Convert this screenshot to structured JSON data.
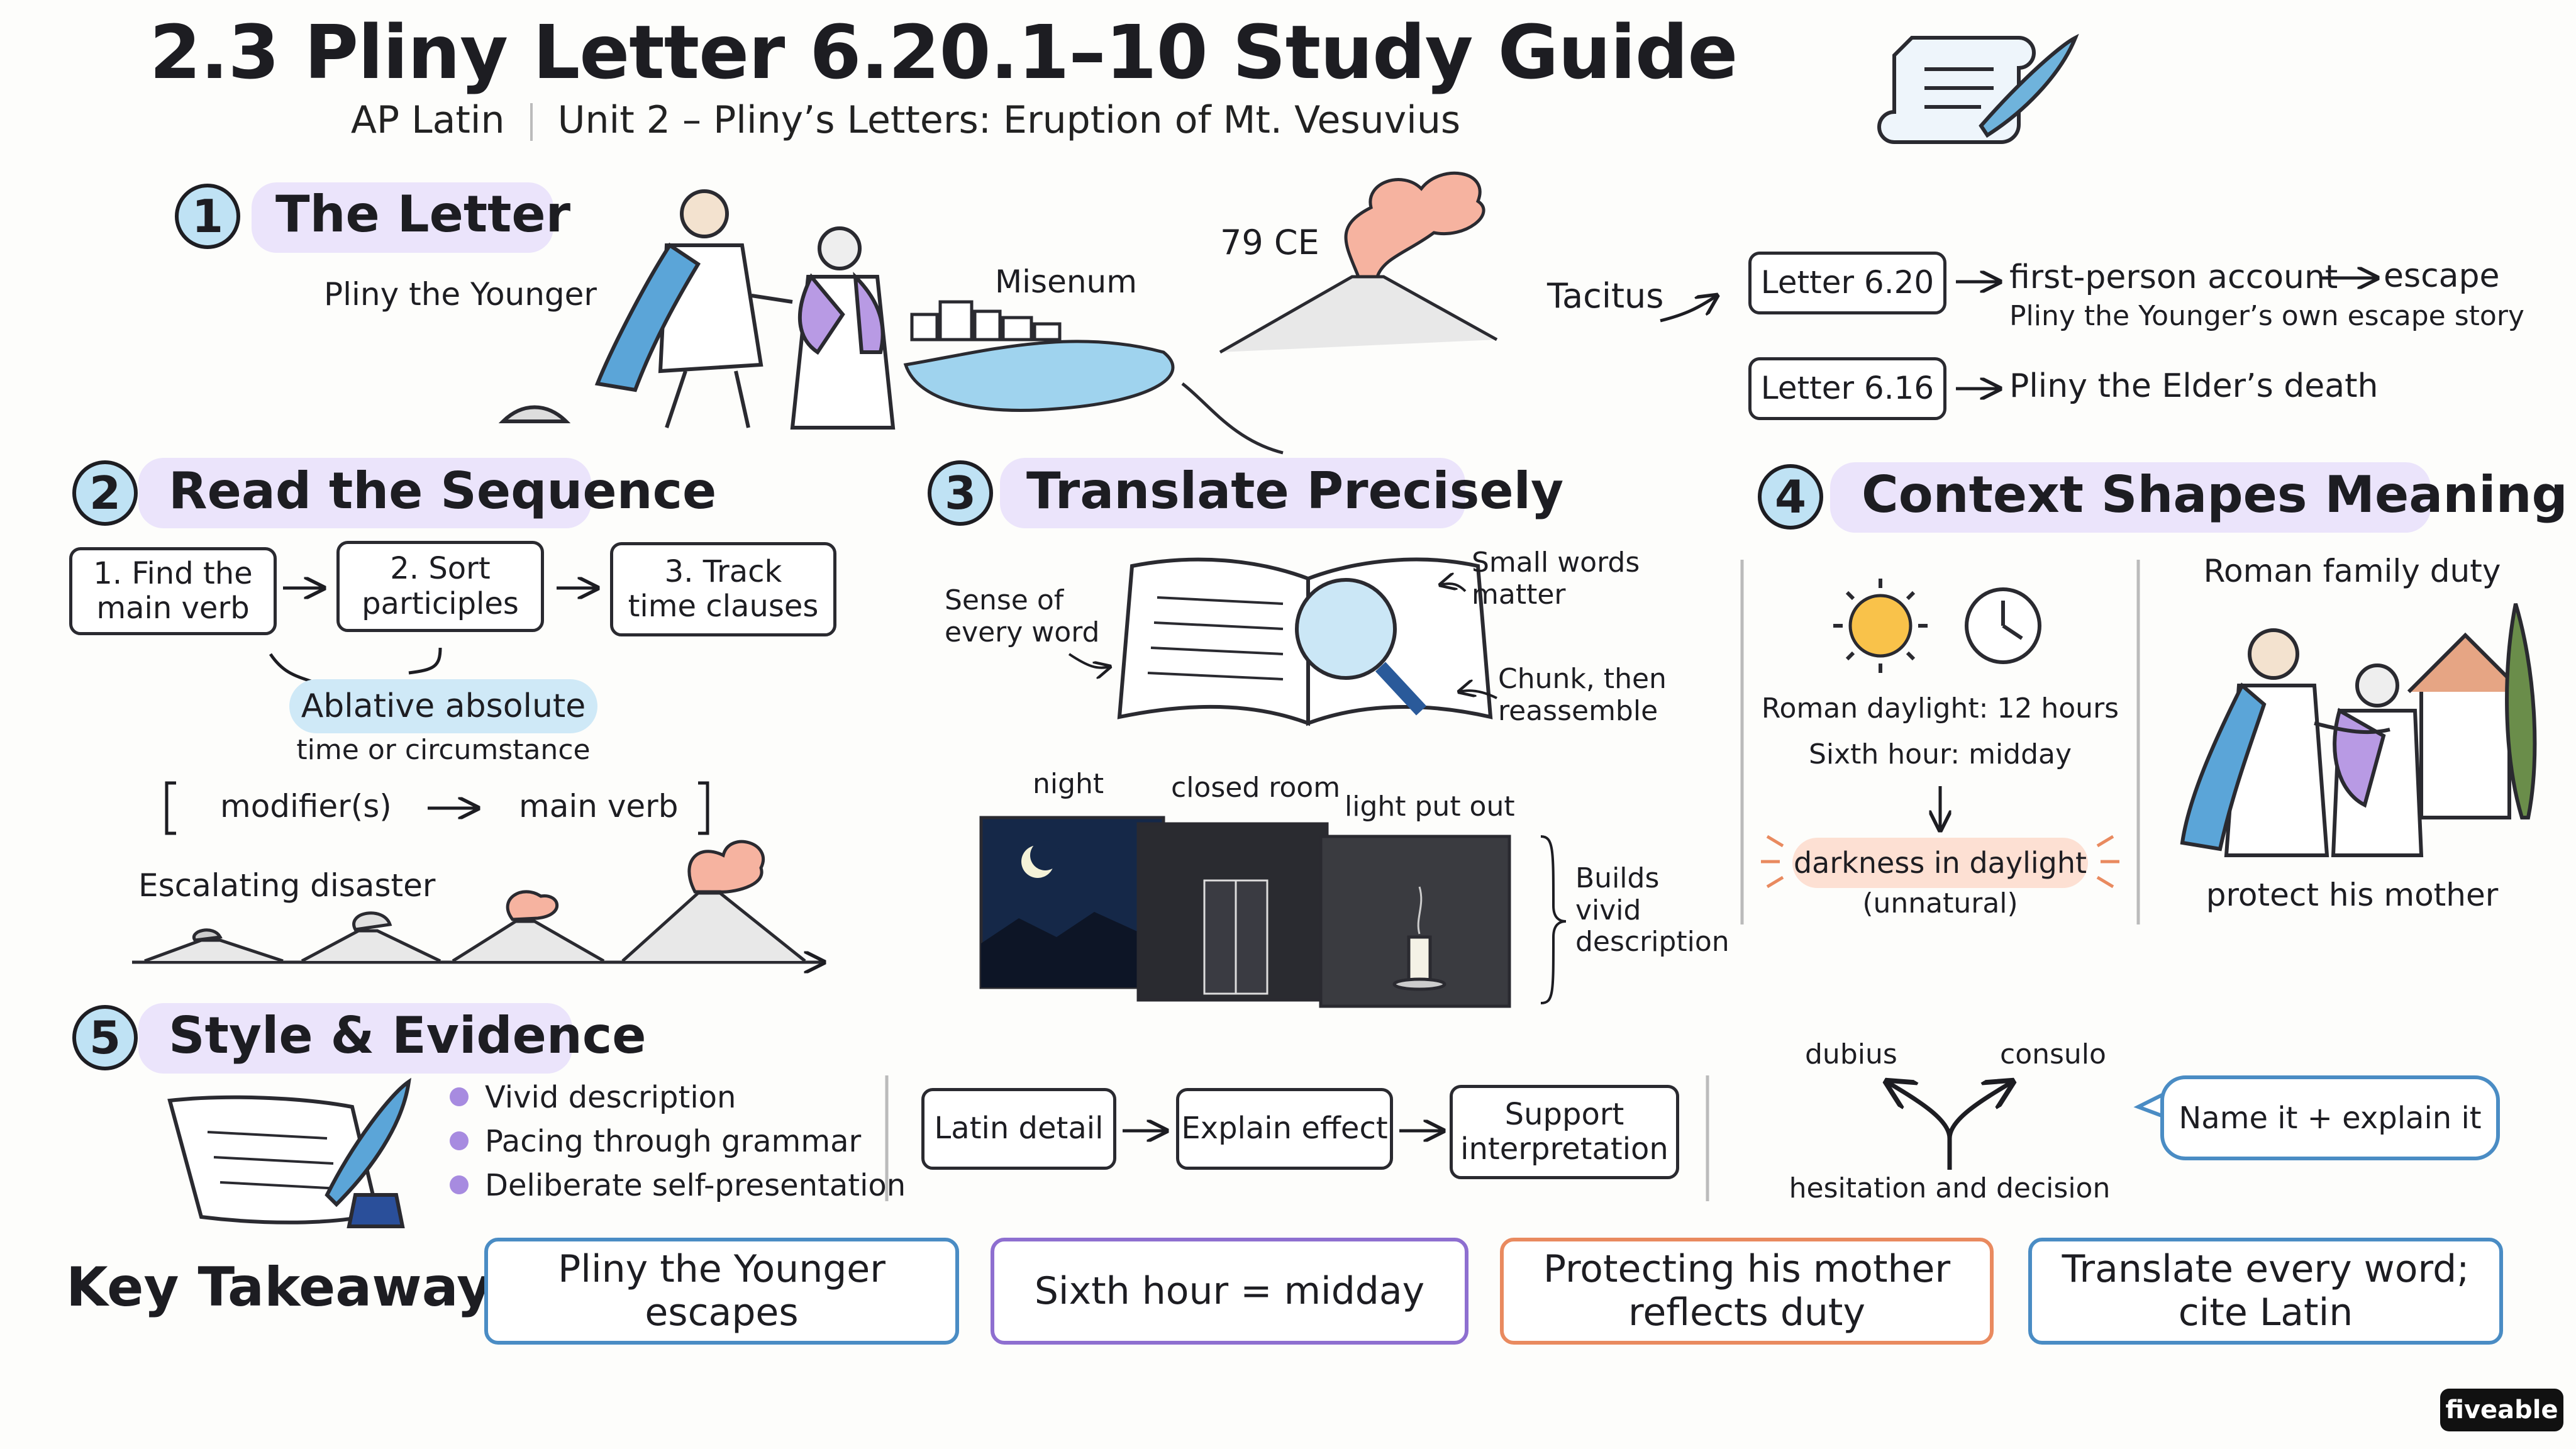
{
  "header": {
    "title": "2.3 Pliny Letter 6.20.1–10 Study Guide",
    "course": "AP Latin",
    "unit": "Unit 2 – Pliny’s Letters: Eruption of Mt. Vesuvius"
  },
  "section1": {
    "number": "1",
    "title": "The Letter",
    "pliny_label": "Pliny the Younger",
    "place_label": "Misenum",
    "date_label": "79 CE",
    "recipient_label": "Tacitus",
    "letters": [
      {
        "name": "Letter 6.20",
        "note": "first-person account",
        "extra": "escape",
        "sub": "Pliny the Younger’s own escape story"
      },
      {
        "name": "Letter 6.16",
        "note": "Pliny the Elder’s death"
      }
    ]
  },
  "section2": {
    "number": "2",
    "title": "Read the Sequence",
    "steps": [
      "1. Find the\nmain verb",
      "2. Sort\nparticiples",
      "3. Track\ntime clauses"
    ],
    "ablative": "Ablative absolute",
    "ablative_note": "time or circumstance",
    "modifier": "modifier(s)",
    "main_verb": "main verb",
    "escalating": "Escalating disaster"
  },
  "section3": {
    "number": "3",
    "title": "Translate Precisely",
    "sense": "Sense of\nevery word",
    "small_words": "Small words\nmatter",
    "chunk": "Chunk, then\nreassemble",
    "panels": [
      "night",
      "closed room",
      "light put out"
    ],
    "builds": "Builds\nvivid\ndescription"
  },
  "section4": {
    "number": "4",
    "title": "Context Shapes Meaning",
    "daylight": "Roman daylight: 12 hours",
    "sixth_hour": "Sixth hour: midday",
    "darkness": "darkness in daylight",
    "unnatural": "(unnatural)",
    "family_duty": "Roman family duty",
    "protect": "protect his mother"
  },
  "section5": {
    "number": "5",
    "title": "Style & Evidence",
    "bullets": [
      "Vivid description",
      "Pacing through grammar",
      "Deliberate self-presentation"
    ],
    "flow": [
      "Latin detail",
      "Explain effect",
      "Support\ninterpretation"
    ],
    "word_left": "dubius",
    "word_right": "consulo",
    "fork_label": "hesitation and decision",
    "bubble": "Name it + explain it"
  },
  "takeaways": {
    "label": "Key Takeaways:",
    "items": [
      {
        "text": "Pliny the Younger escapes",
        "color": "#4a8cc4"
      },
      {
        "text": "Sixth hour = midday",
        "color": "#8e6fd0"
      },
      {
        "text": "Protecting his mother\nreflects duty",
        "color": "#e98a5f"
      },
      {
        "text": "Translate every word;\ncite Latin",
        "color": "#4a8cc4"
      }
    ]
  },
  "brand": "fiveable",
  "colors": {
    "blue_num": "#bfe2f4",
    "lavender_highlight": "#ebe4fb",
    "ablative_pill": "#cfe9f7",
    "darkness_pill": "#fde0d3",
    "purple_bullet": "#a78be0",
    "orange_accent": "#e98a5f",
    "blue_accent": "#4a8cc4"
  }
}
